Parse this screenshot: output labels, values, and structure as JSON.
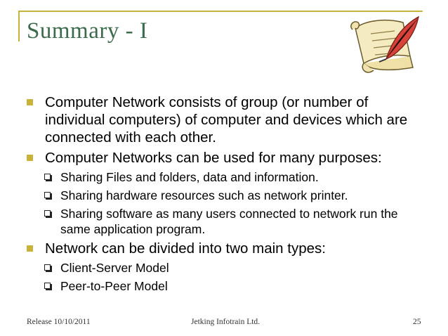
{
  "slide": {
    "title": "Summary - I",
    "bullets": [
      {
        "text": "Computer Network consists of group (or number of individual computers) of computer and devices which are connected with each other."
      },
      {
        "text": "Computer Networks can be used for many purposes:",
        "sub": [
          "Sharing Files and folders, data and information.",
          "Sharing hardware resources such as network printer.",
          "Sharing software as many users connected to network run the same application program."
        ]
      },
      {
        "text": "Network can be divided into two main types:",
        "sub": [
          "Client-Server Model",
          "Peer-to-Peer Model"
        ]
      }
    ]
  },
  "footer": {
    "left": "Release 10/10/2011",
    "center": "Jetking Infotrain Ltd.",
    "page": "25"
  },
  "colors": {
    "accent": "#c9b23a",
    "title": "#3b6b4b"
  },
  "icons": {
    "clipart": "scroll-quill-icon"
  }
}
